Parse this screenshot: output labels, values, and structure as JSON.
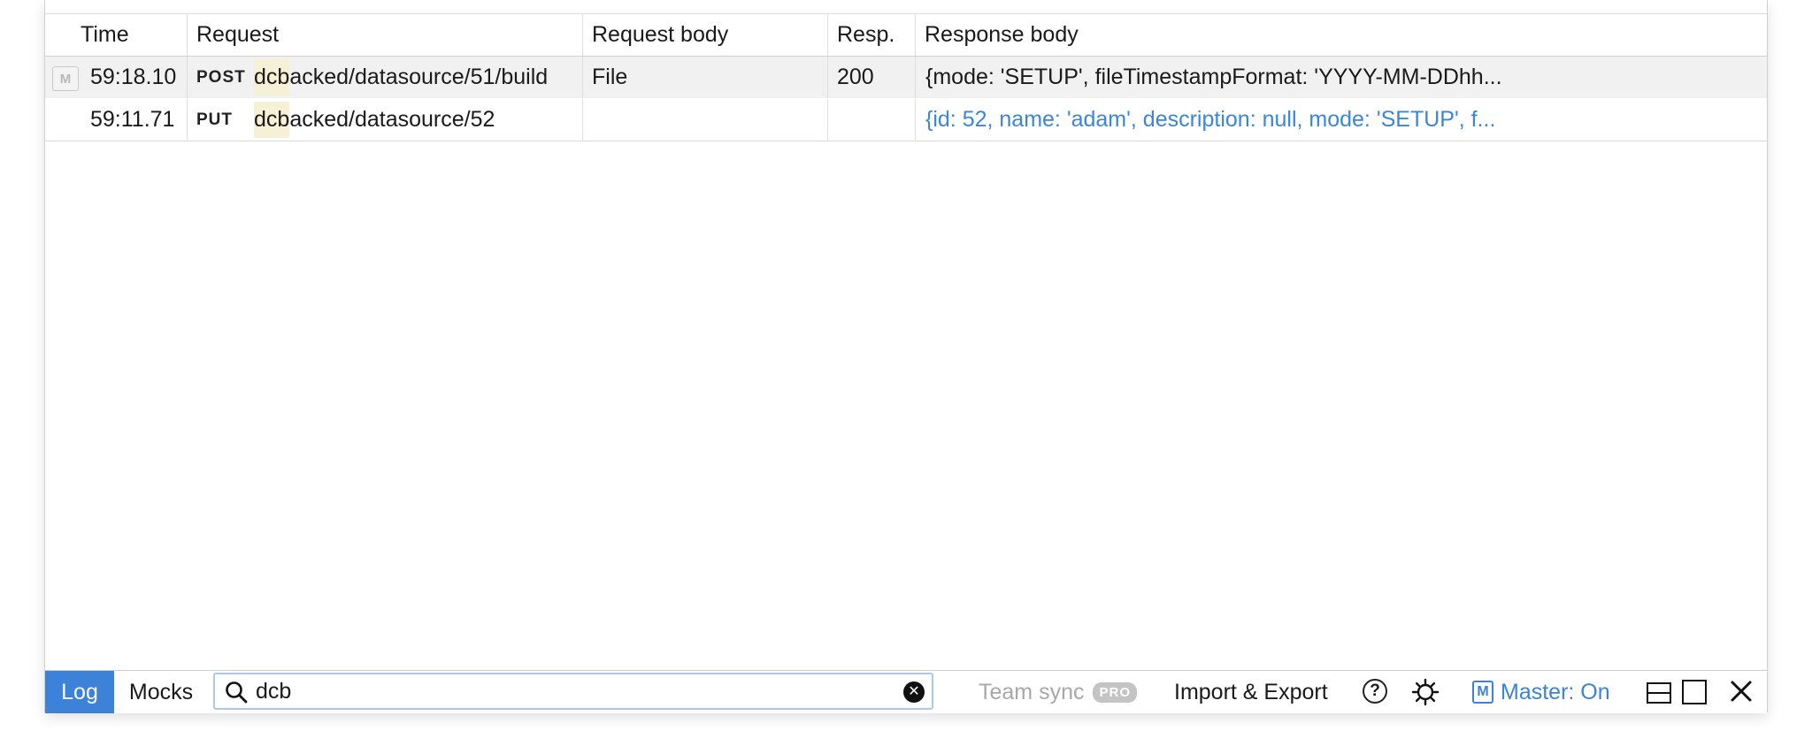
{
  "table": {
    "columns": [
      "Time",
      "Request",
      "Request body",
      "Resp.",
      "Response body"
    ],
    "rows": [
      {
        "time": "59:18.10",
        "method": "POST",
        "url_match": "dcb",
        "url_rest": "acked/datasource/51/build",
        "request_body": "File",
        "status": "200",
        "response_body": "{mode: 'SETUP', fileTimestampFormat: 'YYYY-MM-DDhh...",
        "mock_badge": "M"
      },
      {
        "time": "59:11.71",
        "method": "PUT",
        "url_match": "dcb",
        "url_rest": "acked/datasource/52",
        "request_body": "",
        "status": "",
        "response_body": "{id: 52, name: 'adam', description: null, mode: 'SETUP', f..."
      }
    ]
  },
  "footer": {
    "tab_log": "Log",
    "tab_mocks": "Mocks",
    "search_value": "dcb",
    "clear_icon": "✕",
    "team_sync": "Team sync",
    "pro_badge": "PRO",
    "import_export": "Import & Export",
    "help_icon": "?",
    "master_badge": "M",
    "master_label": "Master: On"
  },
  "colors": {
    "accent": "#3b82d8",
    "highlight": "#f6f0d6",
    "response_link": "#3b86d6"
  }
}
